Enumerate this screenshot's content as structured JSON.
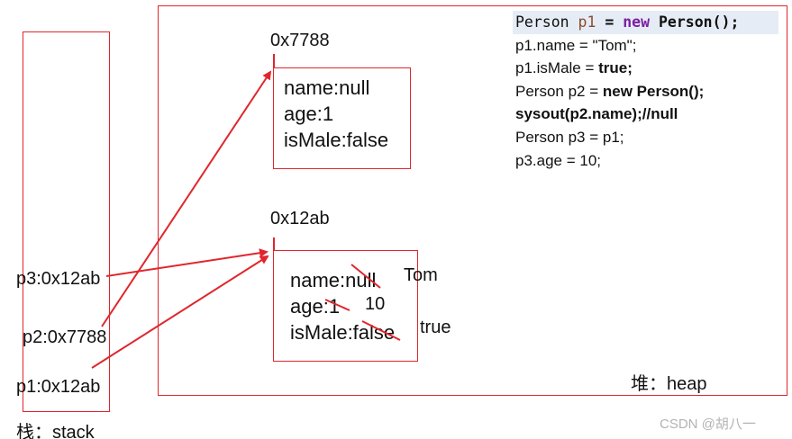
{
  "stack": {
    "label": "栈：stack",
    "items": [
      "p3:0x12ab",
      "p2:0x7788",
      "p1:0x12ab"
    ]
  },
  "heap": {
    "label": "堆：heap",
    "objects": [
      {
        "address": "0x7788",
        "fields": [
          "name:null",
          "age:1",
          "isMale:false"
        ]
      },
      {
        "address": "0x12ab",
        "fields": [
          "name:null",
          "age:1",
          "isMale:false"
        ],
        "updated_values": [
          "Tom",
          "10",
          "true"
        ]
      }
    ]
  },
  "code": {
    "line1": {
      "type": "Person",
      "var": "p1",
      "op": "=",
      "kw": "new",
      "rest": "Person();"
    },
    "line2": "p1.name = \"Tom\";",
    "line3_pre": "p1.isMale = ",
    "line3_bold": "true;",
    "line4_pre": "Person p2 = ",
    "line4_bold": "new Person();",
    "line5": "sysout(p2.name);//null",
    "line6": "Person p3 = p1;",
    "line7": "p3.age = 10;"
  },
  "watermark": "CSDN @胡八一",
  "colors": {
    "accent": "#e0262c",
    "code_bg": "#e6ecf5"
  }
}
